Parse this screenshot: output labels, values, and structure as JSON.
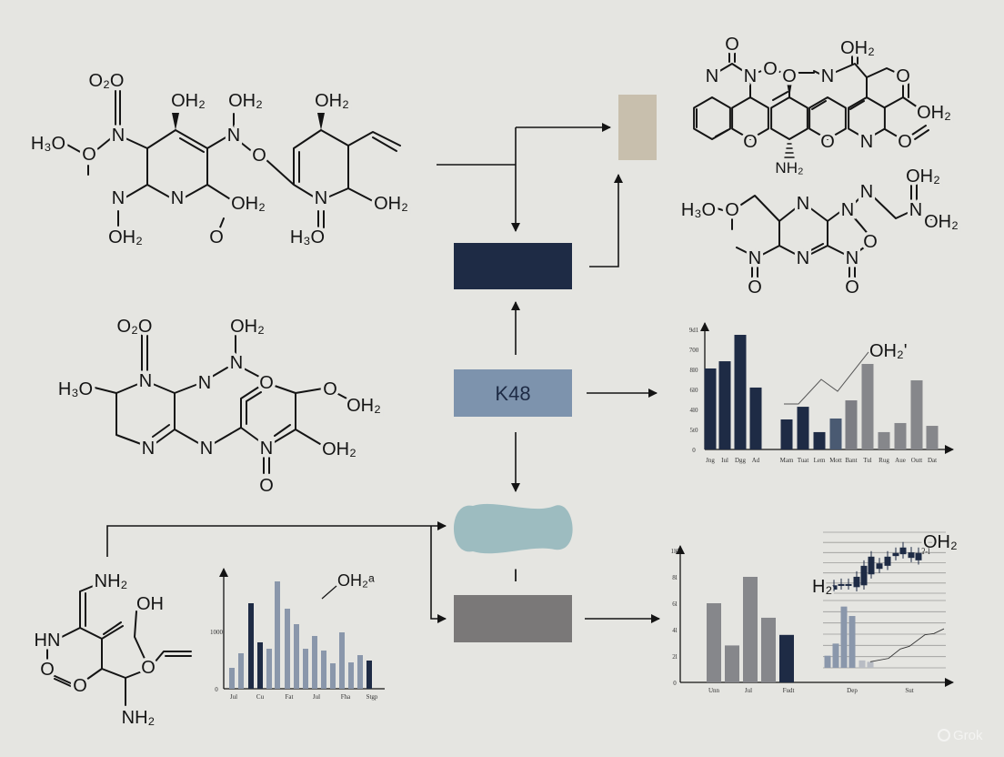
{
  "colors": {
    "background": "#e5e5e1",
    "navy": "#1e2b45",
    "slate_blue": "#7d93ad",
    "teal": "#9dbcc0",
    "tan": "#c8bfad",
    "gray": "#7a7878",
    "bar_gray": "#86878b",
    "bar_slate": "#8a97ab"
  },
  "flow": {
    "center_box_label": "K48",
    "separator_mark": "I"
  },
  "molecules": [
    {
      "labels": [
        "O₂O",
        "H₃O",
        "O",
        "N",
        "OH₂",
        "OH₂",
        "N",
        "O",
        "OH₂",
        "N",
        "N",
        "OH₂",
        "OH₂",
        "O",
        "N",
        "OH₂",
        "H₃O"
      ]
    },
    {
      "labels": [
        "O₂O",
        "OH₂",
        "N",
        "H₃O",
        "N",
        "N",
        "O",
        "O",
        "OH₂",
        "N",
        "N",
        "N",
        "OH₂",
        "O"
      ]
    },
    {
      "labels": [
        "O",
        "OH₂",
        "N",
        "N",
        "O",
        "O",
        "N",
        "O",
        "OH₂",
        "O",
        "O",
        "N",
        "O",
        "NH₂"
      ]
    },
    {
      "labels": [
        "H₃O",
        "O",
        "N",
        "N",
        "N",
        "OH₂",
        "N",
        "OH₂",
        "N",
        "N",
        "N",
        "O",
        "O",
        "O"
      ]
    },
    {
      "labels": [
        "NH₂",
        "OH",
        "HN",
        "O",
        "O",
        "O",
        "NH₂"
      ]
    }
  ],
  "chart_data": [
    {
      "type": "bar",
      "annotation": "OH₂'",
      "ylim": [
        0,
        900
      ],
      "y_tick_labels": [
        "0",
        "5t0",
        "4l0",
        "6l0",
        "8l0",
        "700",
        "9d1"
      ],
      "categories": [
        "Jng",
        "Iul",
        "Dgg",
        "Ad",
        "Mam",
        "Tuat",
        "Lem",
        "Mott",
        "Bant",
        "Tul",
        "Rug",
        "Aue",
        "Outt",
        "Dat"
      ],
      "values": [
        607,
        661,
        859,
        464,
        225,
        320,
        130,
        232,
        368,
        641,
        130,
        198,
        518,
        177
      ],
      "bar_colors": [
        "#1e2b45",
        "#1e2b45",
        "#1e2b45",
        "#1e2b45",
        "#1e2b45",
        "#1e2b45",
        "#1e2b45",
        "#4a5a72",
        "#7d7e84",
        "#86878b",
        "#86878b",
        "#86878b",
        "#86878b",
        "#86878b"
      ],
      "line": [
        341,
        341,
        525,
        436,
        730
      ]
    },
    {
      "type": "bar",
      "annotation": "OH₂ᵃ",
      "ylim": [
        0,
        2100
      ],
      "y_tick_labels": [
        "0",
        "1000"
      ],
      "x_tick_labels": [
        "Jul",
        "Cu",
        "Fat",
        "Jul",
        "Fha",
        "Stgp"
      ],
      "values": [
        365,
        619,
        1492,
        810,
        698,
        1873,
        1397,
        1127,
        698,
        921,
        667,
        444,
        984,
        460,
        587,
        492
      ],
      "bar_colors": [
        "#8a97ab",
        "#8a97ab",
        "#1e2b45",
        "#1e2b45",
        "#8a97ab",
        "#8a97ab",
        "#8a97ab",
        "#8a97ab",
        "#8a97ab",
        "#8a97ab",
        "#8a97ab",
        "#8a97ab",
        "#8a97ab",
        "#8a97ab",
        "#8a97ab",
        "#1e2b45"
      ]
    },
    {
      "type": "bar",
      "ylim": [
        0,
        100
      ],
      "y_tick_labels": [
        "0",
        "2l",
        "4l",
        "6l",
        "8l",
        "1l0"
      ],
      "x_tick_labels": [
        "Unn",
        "Jul",
        "Fudt",
        "Dep",
        "Sut"
      ],
      "values": [
        60,
        28,
        80,
        49,
        36
      ],
      "bar_colors": [
        "#86878b",
        "#86878b",
        "#86878b",
        "#86878b",
        "#1e2b45"
      ],
      "inset_candlestick": {
        "labels": [
          "H₂",
          "OH₂",
          "ʔ-l"
        ],
        "ylim": [
          0,
          100
        ],
        "bodies": [
          [
            10,
            3
          ],
          [
            12,
            10
          ],
          [
            12,
            10
          ],
          [
            24,
            7
          ],
          [
            42,
            10
          ],
          [
            57,
            28
          ],
          [
            46,
            37
          ],
          [
            57,
            42
          ],
          [
            63,
            58
          ],
          [
            72,
            61
          ],
          [
            64,
            55
          ],
          [
            63,
            51
          ]
        ]
      },
      "inset_bar_line": {
        "ylim": [
          0,
          100
        ],
        "bars": [
          18,
          36,
          91,
          77,
          11,
          9
        ],
        "line": [
          9,
          14,
          28,
          32,
          49,
          51,
          58
        ]
      }
    }
  ],
  "watermark": {
    "text": "Grok"
  }
}
